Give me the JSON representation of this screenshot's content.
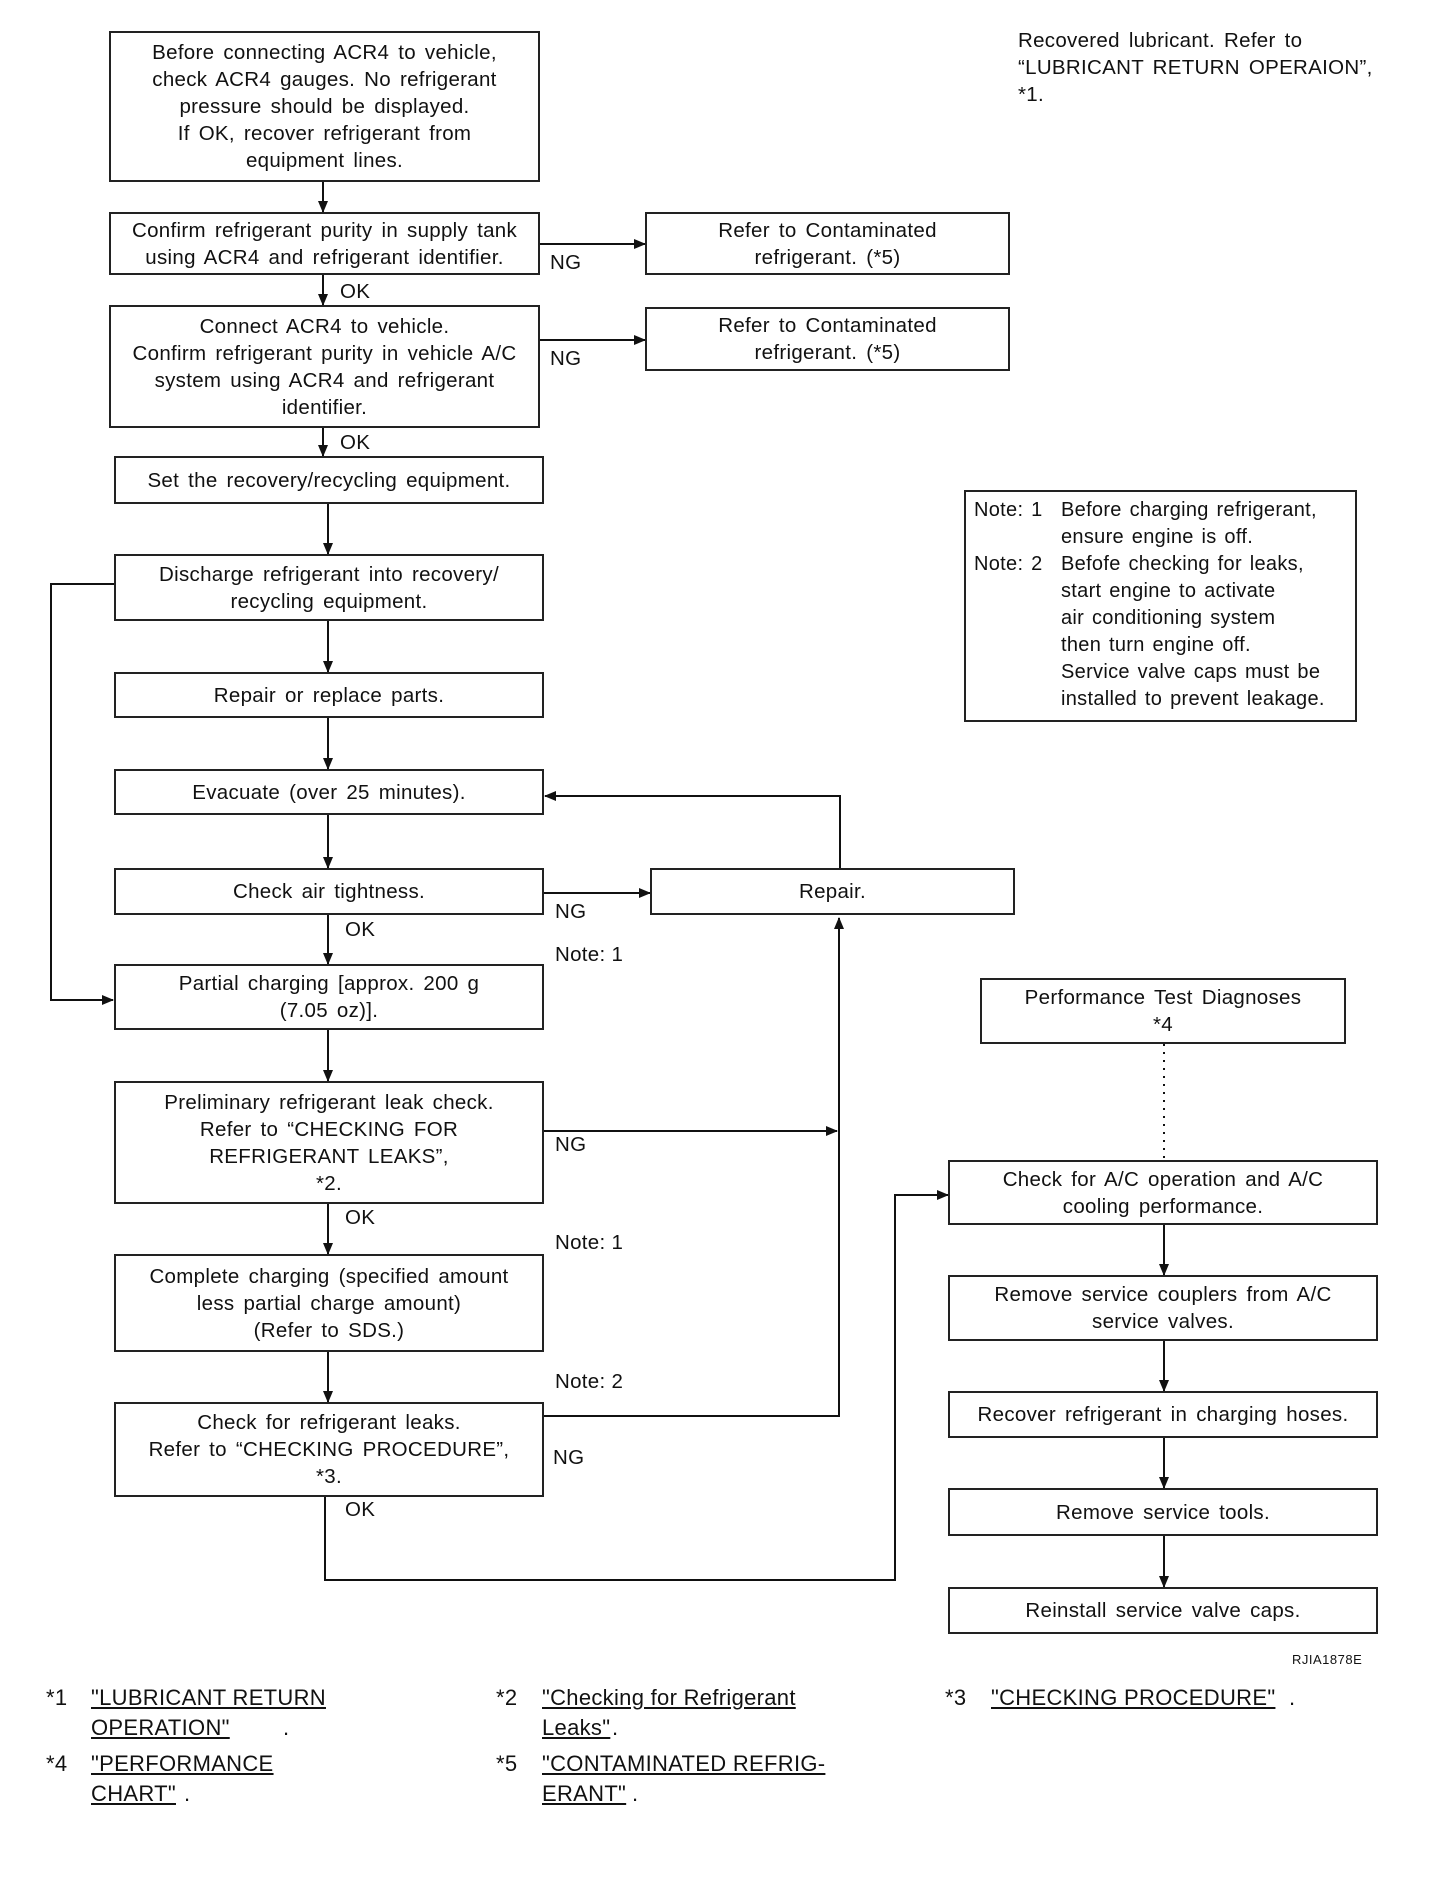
{
  "top_note": "Recovered lubricant. Refer to\n“LUBRICANT RETURN OPERAION”,\n*1.",
  "steps": {
    "check_gauges": "Before connecting ACR4 to vehicle,\ncheck ACR4 gauges. No refrigerant\npressure should be displayed.\nIf OK, recover refrigerant from\nequipment lines.",
    "confirm_supply": "Confirm refrigerant purity in supply tank\nusing ACR4 and refrigerant identifier.",
    "contaminated_1": "Refer to Contaminated\nrefrigerant. (*5)",
    "connect_vehicle": "Connect ACR4 to vehicle.\nConfirm refrigerant purity in vehicle A/C\nsystem using ACR4 and refrigerant\nidentifier.",
    "contaminated_2": "Refer to Contaminated\nrefrigerant. (*5)",
    "set_equipment": "Set the recovery/recycling equipment.",
    "discharge": "Discharge refrigerant into recovery/\nrecycling equipment.",
    "repair_replace": "Repair or replace parts.",
    "evacuate": "Evacuate (over 25 minutes).",
    "air_tightness": "Check air tightness.",
    "repair": "Repair.",
    "partial_charging": "Partial charging [approx. 200 g\n(7.05 oz)].",
    "preliminary_leak": "Preliminary refrigerant leak check.\nRefer to “CHECKING FOR\nREFRIGERANT LEAKS”,\n*2.",
    "complete_charging": "Complete charging (specified amount\nless partial charge amount)\n(Refer to SDS.)",
    "check_leaks": "Check for refrigerant leaks.\nRefer to “CHECKING PROCEDURE”,\n*3.",
    "performance_test": "Performance Test Diagnoses\n*4",
    "check_ac_operation": "Check for A/C operation and A/C\ncooling performance.",
    "remove_couplers": "Remove service couplers from A/C\nservice valves.",
    "recover_hoses": "Recover refrigerant in charging hoses.",
    "remove_tools": "Remove service tools.",
    "reinstall_caps": "Reinstall service valve caps."
  },
  "labels": {
    "ok": "OK",
    "ng": "NG",
    "note_1": "Note: 1",
    "note_2": "Note: 2"
  },
  "note_box": [
    {
      "label": "Note: 1",
      "text": "Before charging refrigerant,\nensure engine is off."
    },
    {
      "label": "Note: 2",
      "text": "Befofe checking for leaks,\nstart engine to activate\nair conditioning system\nthen turn engine off.\nService valve caps must be\ninstalled to prevent leakage."
    }
  ],
  "figure_code": "RJIA1878E",
  "footnotes": [
    {
      "marker": "*1",
      "link": "\"LUBRICANT RETURN \nOPERATION\"",
      "suffix": "."
    },
    {
      "marker": "*2",
      "link": "\"Checking for Refrigerant \nLeaks\"",
      "suffix": "."
    },
    {
      "marker": "*3",
      "link": "\"CHECKING PROCEDURE\"",
      "suffix": "."
    },
    {
      "marker": "*4",
      "link": "\"PERFORMANCE \nCHART\"",
      "suffix": "."
    },
    {
      "marker": "*5",
      "link": "\"CONTAMINATED REFRIG-\nERANT\"",
      "suffix": "."
    }
  ]
}
